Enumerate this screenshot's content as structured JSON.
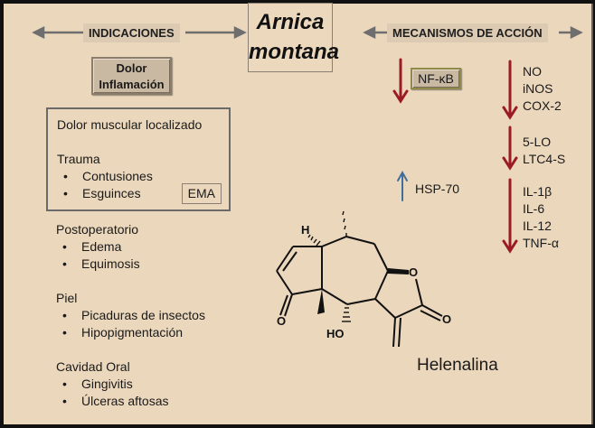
{
  "title": {
    "line1": "Arnica",
    "line2": "montana"
  },
  "left_header": "INDICACIONES",
  "right_header": "MECANISMOS DE ACCIÓN",
  "dolor_box": {
    "line1": "Dolor",
    "line2": "Inflamación"
  },
  "boxed_section": {
    "heading": "Dolor muscular localizado",
    "group_title": "Trauma",
    "items": [
      "Contusiones",
      "Esguinces"
    ],
    "badge": "EMA"
  },
  "groups": [
    {
      "title": "Postoperatorio",
      "items": [
        "Edema",
        "Equimosis"
      ]
    },
    {
      "title": "Piel",
      "items": [
        "Picaduras de insectos",
        "Hipopigmentación"
      ]
    },
    {
      "title": "Cavidad Oral",
      "items": [
        "Gingivitis",
        "Úlceras aftosas"
      ]
    }
  ],
  "mechanisms": {
    "nfkb": {
      "label": "NF-κB",
      "direction": "down"
    },
    "hsp": {
      "label": "HSP-70",
      "direction": "up"
    },
    "down_groups": [
      [
        "NO",
        "iNOS",
        "COX-2"
      ],
      [
        "5-LO",
        "LTC4-S"
      ],
      [
        "IL-1β",
        "IL-6",
        "IL-12",
        "TNF-α"
      ]
    ]
  },
  "molecule": {
    "name": "Helenalina",
    "atom_labels": {
      "h": "H",
      "o_ring": "O",
      "o_ketone": "O",
      "o_lactone": "O",
      "hydroxyl": "HO"
    }
  },
  "colors": {
    "background": "#ebd7bc",
    "down_arrow": "#9b1b22",
    "up_arrow": "#3f6f9a",
    "gray_arrow": "#6e6e6e"
  }
}
